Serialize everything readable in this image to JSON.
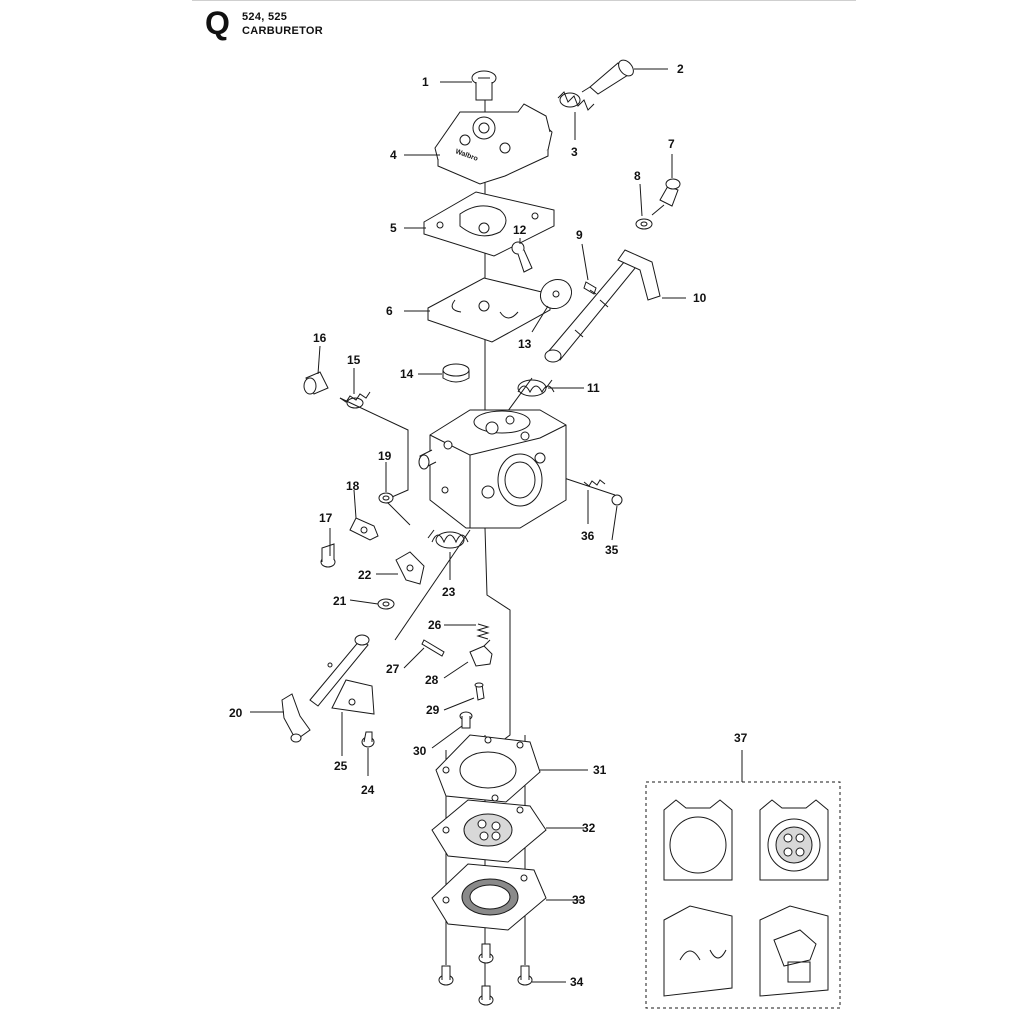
{
  "header": {
    "section_letter": "Q",
    "models": "524, 525",
    "title": "CARBURETOR"
  },
  "brand_stamp": "Walbro",
  "callouts": [
    "1",
    "2",
    "3",
    "4",
    "5",
    "6",
    "7",
    "8",
    "9",
    "10",
    "11",
    "12",
    "13",
    "14",
    "15",
    "16",
    "17",
    "18",
    "19",
    "20",
    "21",
    "22",
    "23",
    "24",
    "25",
    "26",
    "27",
    "28",
    "29",
    "30",
    "31",
    "32",
    "33",
    "34",
    "35",
    "36",
    "37"
  ],
  "colors": {
    "line": "#1a1a1a",
    "fill": "#ffffff",
    "shade": "#d8d8d8",
    "dark": "#8a8a8a"
  }
}
